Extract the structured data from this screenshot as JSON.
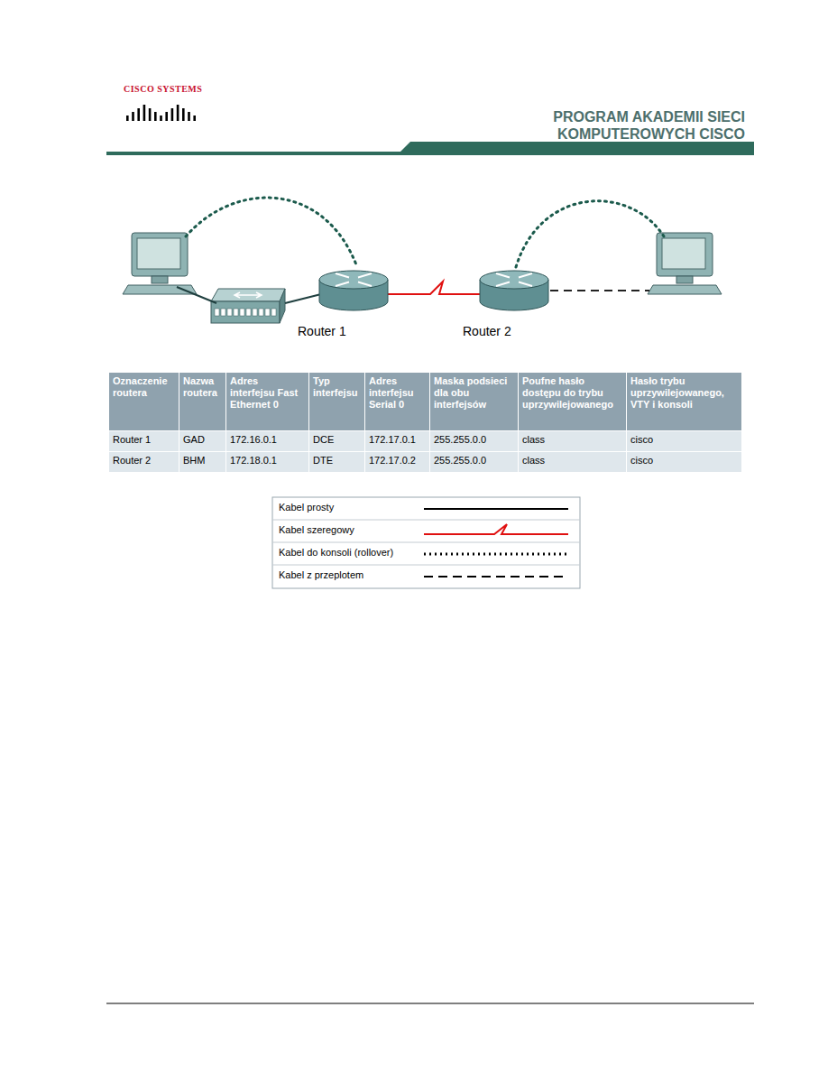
{
  "diagram": {
    "title": "PROGRAM AKADEMII SIECI KOMPUTEROWYCH CISCO",
    "nodes": [
      {
        "text": [
          "Router 1"
        ]
      },
      {
        "text": [
          "Router 2"
        ]
      }
    ],
    "edges": [
      {
        "from": 0,
        "to": 1,
        "arrow": "none"
      }
    ],
    "labels": [
      "CISCO SYSTEMS",
      "Oznaczenie routera",
      "Nazwa routera",
      "Adres interfejsu Fast Ethernet 0",
      "Typ interfejsu",
      "Adres interfejsu Serial 0",
      "Maska podsieci dla obu interfejsów",
      "Poufne hasło dostępu do trybu uprzywilejowanego",
      "Hasło trybu uprzywilejowanego, VTY i konsoli",
      "Router 1",
      "GAD",
      "172.16.0.1",
      "DCE",
      "172.17.0.1",
      "255.255.0.0",
      "class",
      "cisco",
      "Router 2",
      "BHM",
      "172.18.0.1",
      "DTE",
      "172.17.0.2",
      "255.255.0.0",
      "class",
      "cisco"
    ],
    "legend": [
      {
        "text": "Kabel prosty"
      },
      {
        "text": "Kabel szeregowy"
      },
      {
        "text": "Kabel do konsoli (rollover)"
      },
      {
        "text": "Kabel z przeplotem"
      }
    ]
  }
}
